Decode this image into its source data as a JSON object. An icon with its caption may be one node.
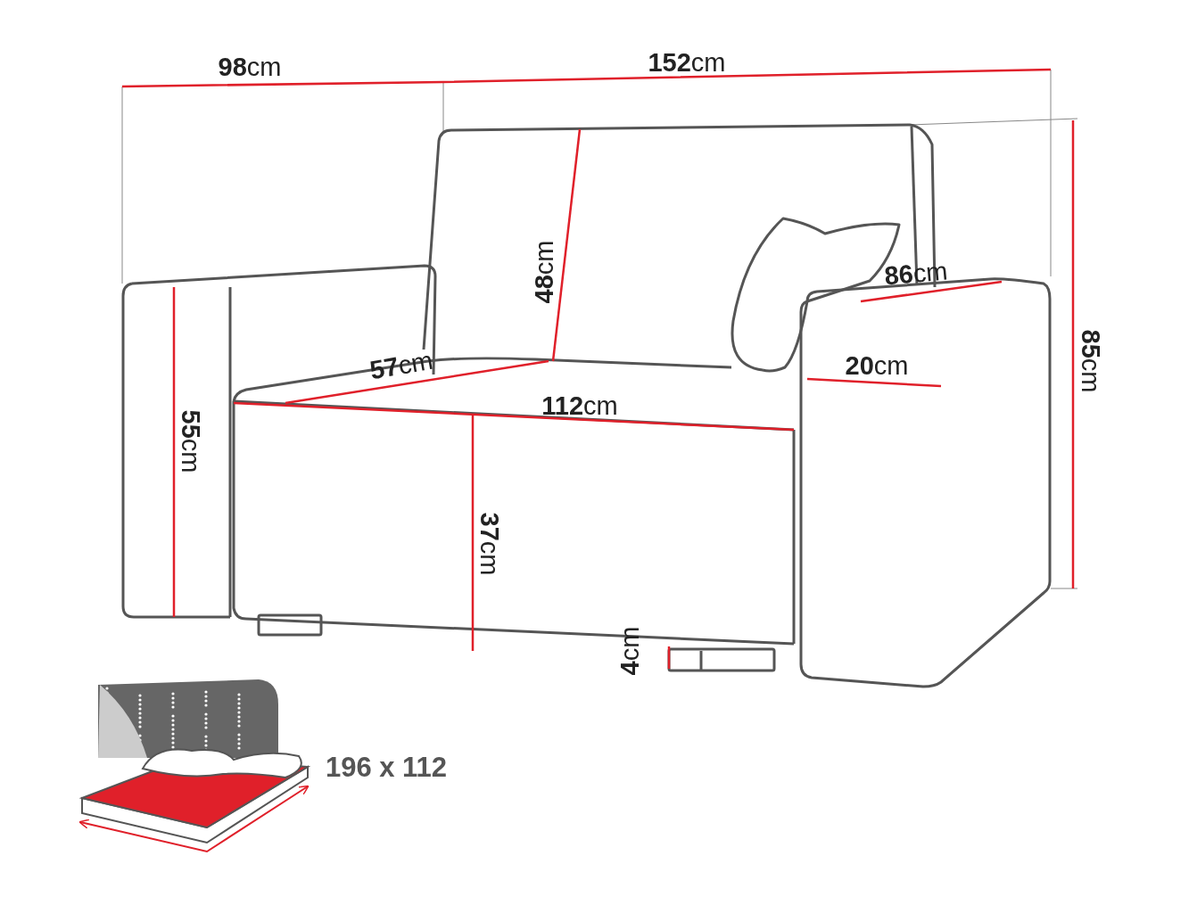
{
  "diagram": {
    "labels": [
      "**98**cm",
      "**152**cm",
      "**48**cm",
      "**86**cm",
      "**85**cm",
      "**57**cm",
      "**20**cm",
      "**55**cm",
      "**112**cm",
      "**37**cm",
      "**4**cm",
      "196 x 112"
    ]
  }
}
